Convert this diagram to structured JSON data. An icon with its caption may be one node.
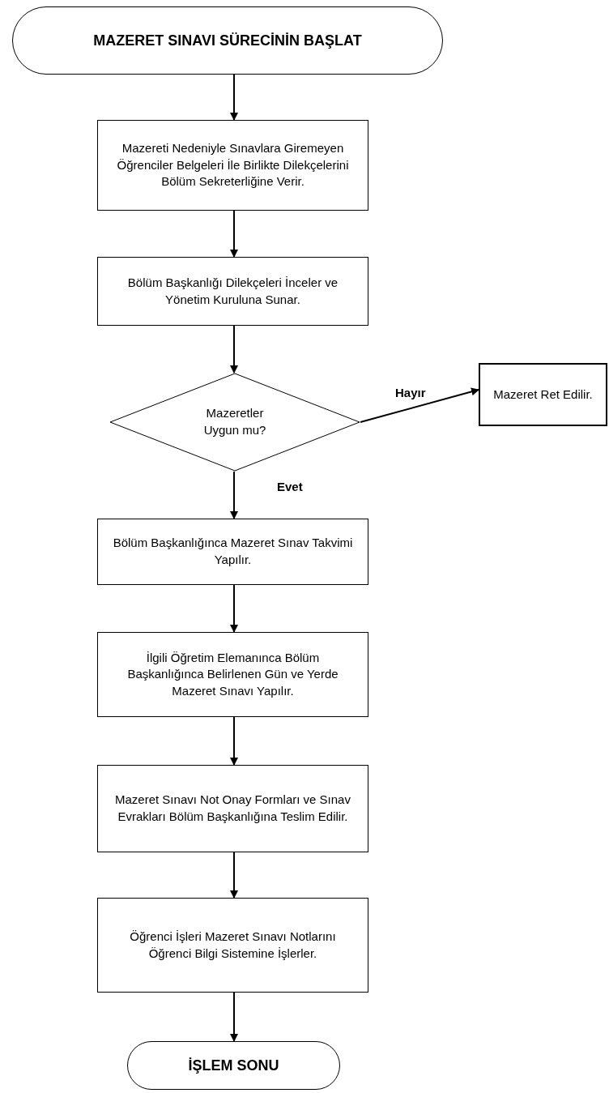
{
  "diagram": {
    "nodes": [
      {
        "text": [
          "MAZERET SINAVI SÜRECİNİN BAŞLAT"
        ]
      },
      {
        "text": [
          "Mazereti Nedeniyle Sınavlara Giremeyen Öğrenciler Belgeleri İle Birlikte Dilekçelerini Bölüm Sekreterliğine Verir."
        ]
      },
      {
        "text": [
          "Bölüm Başkanlığı Dilekçeleri İnceler ve Yönetim Kuruluna Sunar."
        ]
      },
      {
        "text": [
          "Mazeretler Uygun mu?"
        ]
      },
      {
        "text": [
          "Mazeret Ret Edilir."
        ]
      },
      {
        "text": [
          "Bölüm Başkanlığınca Mazeret Sınav Takvimi Yapılır."
        ]
      },
      {
        "text": [
          "İlgili Öğretim Elemanınca Bölüm Başkanlığınca Belirlenen Gün ve Yerde Mazeret Sınavı Yapılır."
        ]
      },
      {
        "text": [
          "Mazeret Sınavı Not Onay Formları ve Sınav Evrakları Bölüm Başkanlığına Teslim Edilir."
        ]
      },
      {
        "text": [
          "Öğrenci İşleri Mazeret Sınavı Notlarını Öğrenci Bilgi Sistemine İşlerler."
        ]
      },
      {
        "text": [
          "İŞLEM SONU"
        ]
      }
    ],
    "edges": [
      {
        "from": 0,
        "to": 1,
        "arrow": "to"
      },
      {
        "from": 1,
        "to": 2,
        "arrow": "to"
      },
      {
        "from": 2,
        "to": 3,
        "arrow": "to"
      },
      {
        "from": 3,
        "to": 4,
        "arrow": "to",
        "label": "Hayır"
      },
      {
        "from": 3,
        "to": 5,
        "arrow": "to",
        "label": "Evet"
      },
      {
        "from": 5,
        "to": 6,
        "arrow": "to"
      },
      {
        "from": 6,
        "to": 7,
        "arrow": "to"
      },
      {
        "from": 7,
        "to": 8,
        "arrow": "to"
      },
      {
        "from": 8,
        "to": 9,
        "arrow": "to"
      }
    ]
  }
}
